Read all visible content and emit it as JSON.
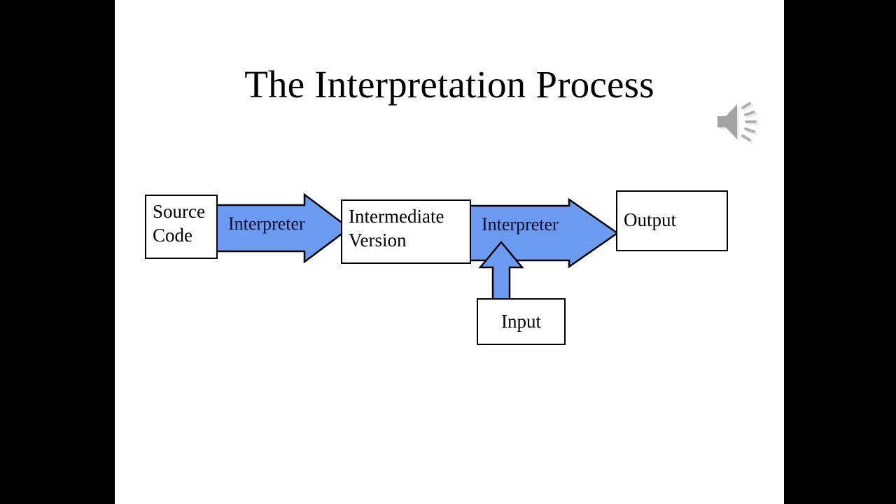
{
  "slide": {
    "title": "The Interpretation Process",
    "background_color": "#ffffff",
    "letterbox_color": "#000000"
  },
  "media": {
    "audio_icon_name": "speaker-icon",
    "audio_icon_color": "#a6a6a6"
  },
  "diagram": {
    "accent_color": "#6a9bf0",
    "outline_color": "#000000",
    "nodes": [
      {
        "id": "source-code",
        "label": "Source\nCode",
        "line1": "Source",
        "line2": "Code"
      },
      {
        "id": "intermediate",
        "label": "Intermediate\nVersion",
        "line1": "Intermediate",
        "line2": "Version"
      },
      {
        "id": "output",
        "label": "Output",
        "line1": "Output",
        "line2": ""
      },
      {
        "id": "input",
        "label": "Input",
        "line1": "Input",
        "line2": ""
      }
    ],
    "arrows": [
      {
        "id": "interpreter-1",
        "label": "Interpreter",
        "from": "source-code",
        "to": "intermediate",
        "direction": "right"
      },
      {
        "id": "interpreter-2",
        "label": "Interpreter",
        "from": "intermediate",
        "to": "output",
        "direction": "right"
      },
      {
        "id": "input-feed",
        "label": "",
        "from": "input",
        "to": "interpreter-2",
        "direction": "up"
      }
    ]
  }
}
